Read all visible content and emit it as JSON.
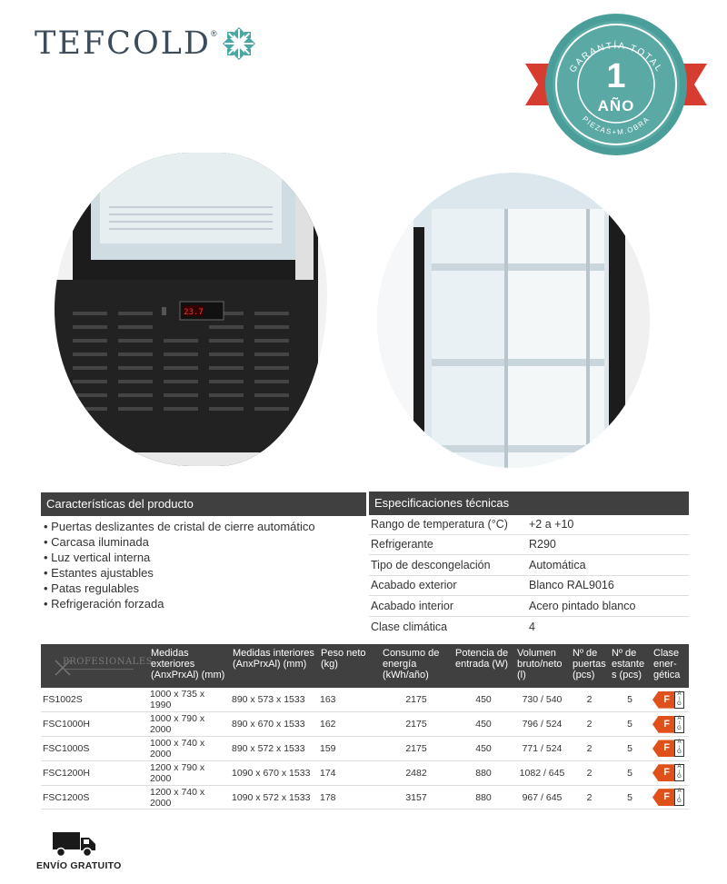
{
  "brand": {
    "name": "TEFCOLD",
    "registered": "®",
    "logo_icon": "snowflake-icon",
    "logo_color": "#3d4c5a",
    "accent": "#4aa7a6"
  },
  "warranty_badge": {
    "top_text": "GARANTÍA TOTAL",
    "number": "1",
    "year_label": "AÑO",
    "bottom_text": "PIEZAS+M.OBRA",
    "ribbon_color": "#e24a3b",
    "seal_color": "#4a9e9a"
  },
  "features": {
    "title": "Características del producto",
    "items": [
      "Puertas deslizantes de cristal de cierre automático",
      "Carcasa iluminada",
      "Luz vertical interna",
      "Estantes ajustables",
      "Patas regulables",
      "Refrigeración forzada"
    ]
  },
  "specs": {
    "title": "Especificaciones técnicas",
    "rows": [
      {
        "label": "Rango de temperatura (°C)",
        "value": "+2 a +10"
      },
      {
        "label": "Refrigerante",
        "value": "R290"
      },
      {
        "label": "Tipo de descongelación",
        "value": "Automática"
      },
      {
        "label": "Acabado exterior",
        "value": "Blanco RAL9016"
      },
      {
        "label": "Acabado interior",
        "value": "Acero pintado blanco"
      },
      {
        "label": "Clase climática",
        "value": "4"
      }
    ]
  },
  "models": {
    "header_logo": "PROFESIONALES",
    "headers": [
      "Medidas exteriores (AnxPrxAl) (mm)",
      "Medidas interiores (AnxPrxAl) (mm)",
      "Peso neto (kg)",
      "Consumo de energía (kWh/año)",
      "Potencia de entrada (W)",
      "Volumen bruto/neto (l)",
      "Nº de puertas (pcs)",
      "Nº de estante s (pcs)",
      "Clase ener-gética"
    ],
    "rows": [
      {
        "model": "FS1002S",
        "ext": "1000 x 735 x 1990",
        "int": "890 x 573 x 1533",
        "weight": "163",
        "energy": "2175",
        "power": "450",
        "volume": "730 / 540",
        "doors": "2",
        "shelves": "5",
        "class": "F"
      },
      {
        "model": "FSC1000H",
        "ext": "1000 x 790 x 2000",
        "int": "890 x 670 x 1533",
        "weight": "162",
        "energy": "2175",
        "power": "450",
        "volume": "796 / 524",
        "doors": "2",
        "shelves": "5",
        "class": "F"
      },
      {
        "model": "FSC1000S",
        "ext": "1000 x 740 x 2000",
        "int": "890 x 572 x 1533",
        "weight": "159",
        "energy": "2175",
        "power": "450",
        "volume": "771 / 524",
        "doors": "2",
        "shelves": "5",
        "class": "F"
      },
      {
        "model": "FSC1200H",
        "ext": "1200 x 790 x 2000",
        "int": "1090 x 670 x 1533",
        "weight": "174",
        "energy": "2482",
        "power": "880",
        "volume": "1082 / 645",
        "doors": "2",
        "shelves": "5",
        "class": "F"
      },
      {
        "model": "FSC1200S",
        "ext": "1200 x 740 x 2000",
        "int": "1090 x 572 x 1533",
        "weight": "178",
        "energy": "3157",
        "power": "880",
        "volume": "967 / 645",
        "doors": "2",
        "shelves": "5",
        "class": "F"
      }
    ],
    "energy_scale": [
      "A",
      "G"
    ]
  },
  "shipping": {
    "label": "ENVÍO GRATUITO",
    "icon": "truck-icon"
  },
  "display": {
    "temperature_readout": "23.7"
  }
}
